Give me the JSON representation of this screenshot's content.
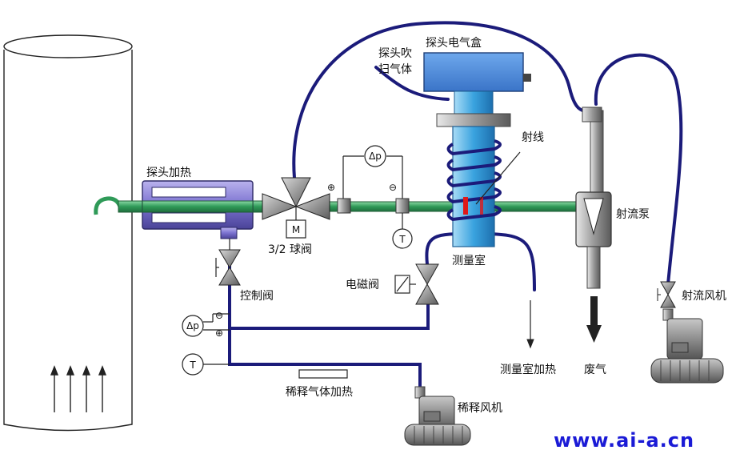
{
  "labels": {
    "probe_heating": "探头加热",
    "probe_purge": "探头吹",
    "probe_purge_2": "扫气体",
    "electrical_box": "探头电气盒",
    "ray": "射线",
    "jet_pump": "射流泵",
    "ball_valve": "3/2 球阀",
    "motor": "M",
    "measurement_chamber": "测量室",
    "control_valve": "控制阀",
    "solenoid_valve": "电磁阀",
    "chamber_heating": "测量室加热",
    "exhaust": "废气",
    "jet_fan": "射流风机",
    "dilution_heating": "稀释气体加热",
    "dilution_fan": "稀释风机",
    "dp_top": "Δp",
    "dp_left": "Δp",
    "temp_top": "T",
    "temp_left": "T",
    "plus_top": "⊕",
    "minus_top": "⊖",
    "plus_left": "⊕",
    "minus_left": "⊖"
  },
  "watermark": "www.ai-a.cn",
  "colors": {
    "cable": "#1b1b7a",
    "pipe_green": "#3fae6a",
    "heater_purple": "#8c84d6",
    "box_blue": "#4a86d8",
    "chamber_cyan": "#4fb4e6",
    "source_red": "#e01818",
    "watermark": "#1a1ad6"
  }
}
